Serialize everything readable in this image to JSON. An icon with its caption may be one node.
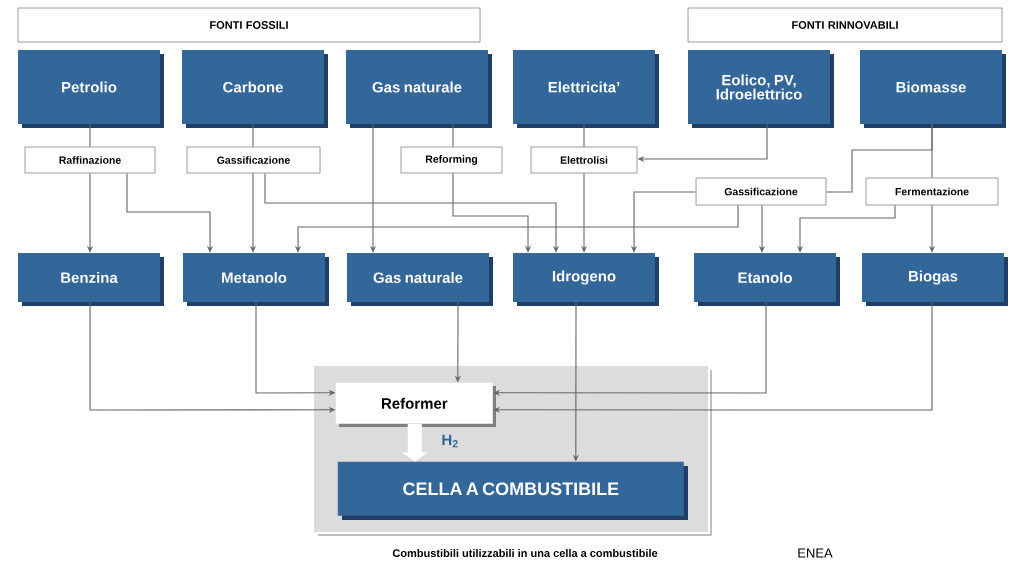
{
  "diagram": {
    "caption": "Combustibili utilizzabili in una cella a combustibile",
    "nodes": [
      {
        "text": [
          "FONTI FOSSILI"
        ]
      },
      {
        "text": [
          "FONTI RINNOVABILI"
        ]
      },
      {
        "text": [
          "Petrolio"
        ]
      },
      {
        "text": [
          "Carbone"
        ]
      },
      {
        "text": [
          "Gas naturale"
        ]
      },
      {
        "text": [
          "Elettricita’"
        ]
      },
      {
        "text": [
          "Eolico, PV, Idroelettrico"
        ]
      },
      {
        "text": [
          "Biomasse"
        ]
      },
      {
        "text": [
          "Raffinazione"
        ]
      },
      {
        "text": [
          "Gassificazione"
        ]
      },
      {
        "text": [
          "Reforming"
        ]
      },
      {
        "text": [
          "Elettrolisi"
        ]
      },
      {
        "text": [
          "Gassificazione"
        ]
      },
      {
        "text": [
          "Fermentazione"
        ]
      },
      {
        "text": [
          "Benzina"
        ]
      },
      {
        "text": [
          "Metanolo"
        ]
      },
      {
        "text": [
          "Gas naturale"
        ]
      },
      {
        "text": [
          "Idrogeno"
        ]
      },
      {
        "text": [
          "Etanolo"
        ]
      },
      {
        "text": [
          "Biogas"
        ]
      },
      {
        "text": [],
        "shape": "box"
      },
      {
        "text": [
          "Reformer"
        ],
        "in": 20
      },
      {
        "text": [
          "CELLA A COMBUSTIBILE"
        ],
        "in": 20
      }
    ],
    "edges": [
      {
        "from": 2,
        "to": 8,
        "arrow": "none"
      },
      {
        "from": 8,
        "to": 14,
        "arrow": "to"
      },
      {
        "from": 8,
        "to": 15,
        "arrow": "to"
      },
      {
        "from": 3,
        "to": 9,
        "arrow": "none"
      },
      {
        "from": 9,
        "to": 15,
        "arrow": "to"
      },
      {
        "from": 9,
        "to": 17,
        "arrow": "to"
      },
      {
        "from": 4,
        "to": 16,
        "arrow": "to"
      },
      {
        "from": 4,
        "to": 10,
        "arrow": "none"
      },
      {
        "from": 10,
        "to": 17,
        "arrow": "to"
      },
      {
        "from": 5,
        "to": 11,
        "arrow": "none"
      },
      {
        "from": 11,
        "to": 17,
        "arrow": "to"
      },
      {
        "from": 6,
        "to": 11,
        "arrow": "to"
      },
      {
        "from": 7,
        "to": 12,
        "arrow": "none"
      },
      {
        "from": 7,
        "to": 13,
        "arrow": "none"
      },
      {
        "from": 12,
        "to": 15,
        "arrow": "to"
      },
      {
        "from": 12,
        "to": 17,
        "arrow": "to"
      },
      {
        "from": 12,
        "to": 18,
        "arrow": "to"
      },
      {
        "from": 13,
        "to": 18,
        "arrow": "to"
      },
      {
        "from": 13,
        "to": 19,
        "arrow": "to"
      },
      {
        "from": 14,
        "to": 21,
        "arrow": "to"
      },
      {
        "from": 15,
        "to": 21,
        "arrow": "to"
      },
      {
        "from": 16,
        "to": 21,
        "arrow": "to"
      },
      {
        "from": 17,
        "to": 22,
        "arrow": "to"
      },
      {
        "from": 18,
        "to": 21,
        "arrow": "to"
      },
      {
        "from": 19,
        "to": 21,
        "arrow": "to"
      },
      {
        "from": 21,
        "to": 22,
        "arrow": "to",
        "label": "H$_{2}$",
        "style": "thick",
        "color": "#ffffff"
      }
    ],
    "labels": [
      "ENEA"
    ]
  }
}
